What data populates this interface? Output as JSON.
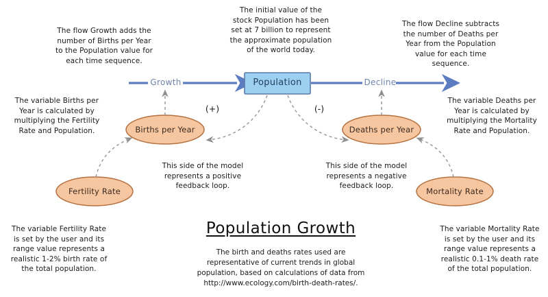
{
  "diagram": {
    "title": "Population Growth",
    "caption": "The birth and deaths rates used are\nrepresentative of current trends in global\npopulation, based on calculations of data from\nhttp://www.ecology.com/birth-death-rates/.",
    "colors": {
      "stock_fill": "#9dd0f0",
      "stock_stroke": "#5a7aa8",
      "ellipse_fill": "#f6c6a0",
      "ellipse_stroke": "#b5703f",
      "flow_arrow": "#5b7cc0",
      "flow_label": "#6d85ae",
      "dashed_link": "#9a9a9a",
      "text": "#1a1a1a"
    }
  },
  "stock": {
    "name": "Population",
    "label": "Population"
  },
  "flows": [
    {
      "id": "growth",
      "label": "Growth",
      "polarity": "(+)"
    },
    {
      "id": "decline",
      "label": "Decline",
      "polarity": "(-)"
    }
  ],
  "variables": [
    {
      "id": "births-per-year",
      "label": "Births per Year"
    },
    {
      "id": "deaths-per-year",
      "label": "Deaths per Year"
    },
    {
      "id": "fertility-rate",
      "label": "Fertility Rate"
    },
    {
      "id": "mortality-rate",
      "label": "Mortality Rate"
    }
  ],
  "annotations": {
    "growth_flow": "The flow Growth adds the\nnumber of Births per Year\nto the Population value for\neach time sequence.",
    "stock_initial": "The initial value of the\nstock Population has been\nset at 7 billion to represent\nthe approximate population\nof the world today.",
    "decline_flow": "The flow Decline subtracts\nthe number of Deaths per\nYear from the Population\nvalue for each time\nsequence.",
    "births_variable": "The variable Births per\nYear is calculated by\nmultiplying the Fertility\nRate and Population.",
    "deaths_variable": "The variable Deaths per\nYear is calculated by\nmultiplying the Mortality\nRate and Population.",
    "positive_loop": "This side of the model\nrepresents a positive\nfeedback loop.",
    "negative_loop": "This side of the model\nrepresents a negative\nfeedback loop.",
    "fertility_variable": "The variable Fertility Rate\nis set by the user and its\nrange value represents a\nrealistic 1-2% birth rate of\nthe total population.",
    "mortality_variable": "The variable Mortality Rate\nis set by the user and its\nrange value represents a\nrealistic 0.1-1% death rate\nof the total population."
  }
}
